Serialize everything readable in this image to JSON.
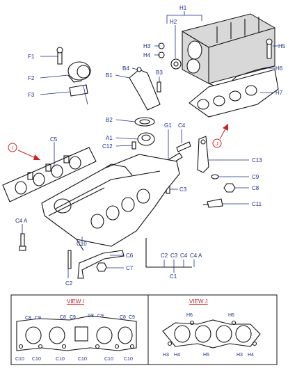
{
  "labels": {
    "H1": "H1",
    "H2": "H2",
    "H3": "H3",
    "H4": "H4",
    "H5": "H5",
    "H6": "H6",
    "H7": "H7",
    "F1": "F1",
    "F2": "F2",
    "F3": "F3",
    "B1": "B1",
    "B2": "B2",
    "B3": "B3",
    "B4": "B4",
    "A1": "A1",
    "G1": "G1",
    "C1": "C1",
    "C2": "C2",
    "C3": "C3",
    "C4": "C4",
    "C4A": "C4 A",
    "C5": "C5",
    "C6": "C6",
    "C7": "C7",
    "C8": "C8",
    "C9": "C9",
    "C10": "C10",
    "C11": "C11",
    "C12": "C12",
    "C13": "C13"
  },
  "callouts": {
    "I": "I",
    "J": "J"
  },
  "views": {
    "view_i": {
      "title": "VIEW I",
      "labels": [
        "C8",
        "C9",
        "C8",
        "C9",
        "C8",
        "C9",
        "C8",
        "C9",
        "C10",
        "C10",
        "C10",
        "C10",
        "C10",
        "C10"
      ]
    },
    "view_j": {
      "title": "VIEW J",
      "labels": [
        "H6",
        "H6",
        "H3",
        "H4",
        "H5",
        "H3",
        "H4"
      ]
    }
  },
  "colors": {
    "label": "#1a2a8a",
    "callout": "#cc2222",
    "line": "#111111"
  }
}
